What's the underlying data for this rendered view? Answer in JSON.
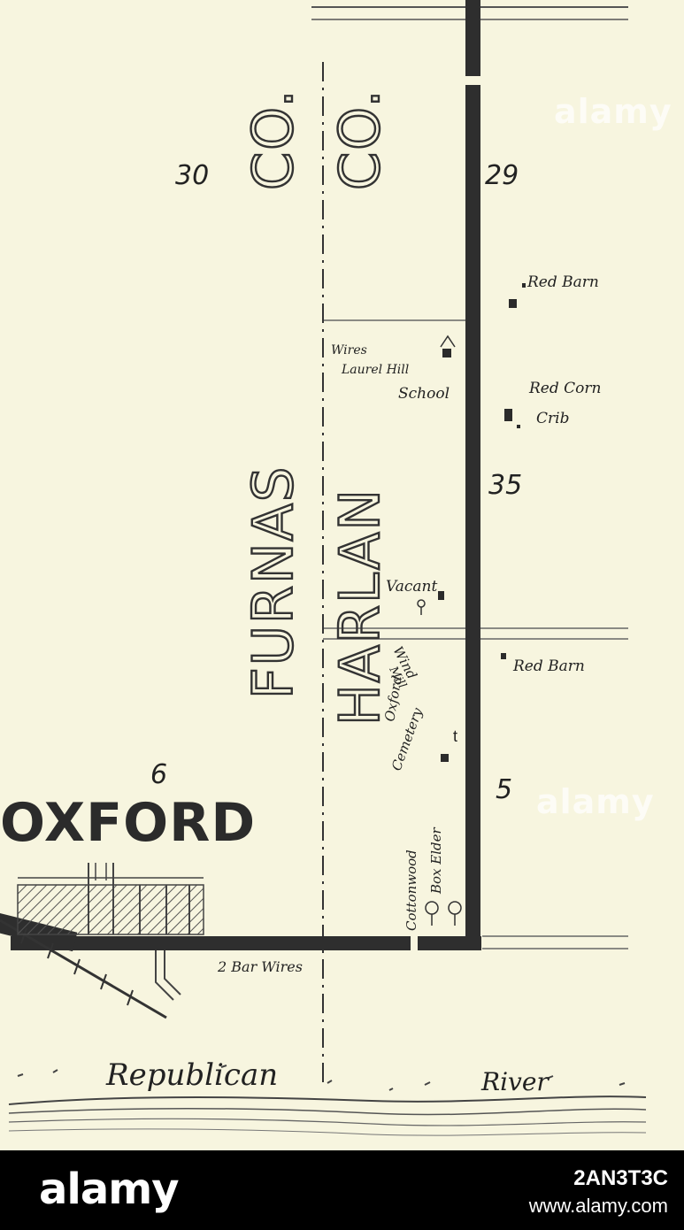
{
  "map": {
    "counties": {
      "west": "FURNAS",
      "east": "HARLAN",
      "co_left": "CO.",
      "co_right": "CO."
    },
    "sections": {
      "s30": "30",
      "s29": "29",
      "s35": "35",
      "s6": "6",
      "s5": "5"
    },
    "town": "OXFORD",
    "labels": {
      "red_barn_1": "Red Barn",
      "wires_top": "Wires",
      "laurel_hill": "Laurel Hill",
      "school": "School",
      "red_corn": "Red Corn",
      "crib": "Crib",
      "vacant": "Vacant",
      "wind_mill_1": "Wind",
      "wind_mill_2": "Mill",
      "red_barn_2": "Red Barn",
      "oxford_cemetery_1": "Oxford",
      "oxford_cemetery_2": "Cemetery",
      "cottonwood": "Cottonwood",
      "boxelder": "Box Elder",
      "two_bar_wires": "2 Bar Wires",
      "republican": "Republican",
      "river": "River"
    }
  },
  "watermark": {
    "text_top": "alamy",
    "text_mid": "alamy"
  },
  "footer": {
    "logo": "alamy",
    "image_id": "2AN3T3C",
    "url": "www.alamy.com"
  }
}
